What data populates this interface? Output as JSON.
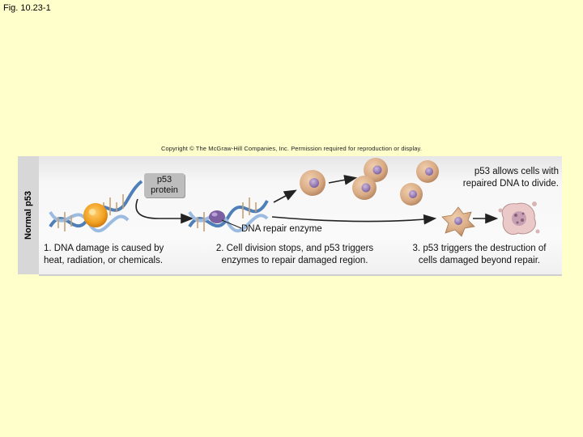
{
  "figure_label": "Fig. 10.23-1",
  "copyright": "Copyright © The McGraw-Hill Companies, Inc. Permission required for reproduction or display.",
  "side_label": "Normal p53",
  "p53_box": "p53\nprotein",
  "enzyme_label": "DNA repair enzyme",
  "steps": [
    "1. DNA damage is caused by\n   heat, radiation, or chemicals.",
    "2. Cell division stops, and p53 triggers\nenzymes to repair damaged region.",
    "3. p53 triggers the destruction of\ncells damaged beyond repair."
  ],
  "note_right": "p53 allows cells with\nrepaired DNA to divide.",
  "colors": {
    "background": "#ffffcc",
    "cell": "#d9ab84",
    "nucleus": "#9a7dbb",
    "dna_strand": "#4f7fb8",
    "damage": "#f0a020",
    "repair_enzyme": "#7b5fa0"
  }
}
